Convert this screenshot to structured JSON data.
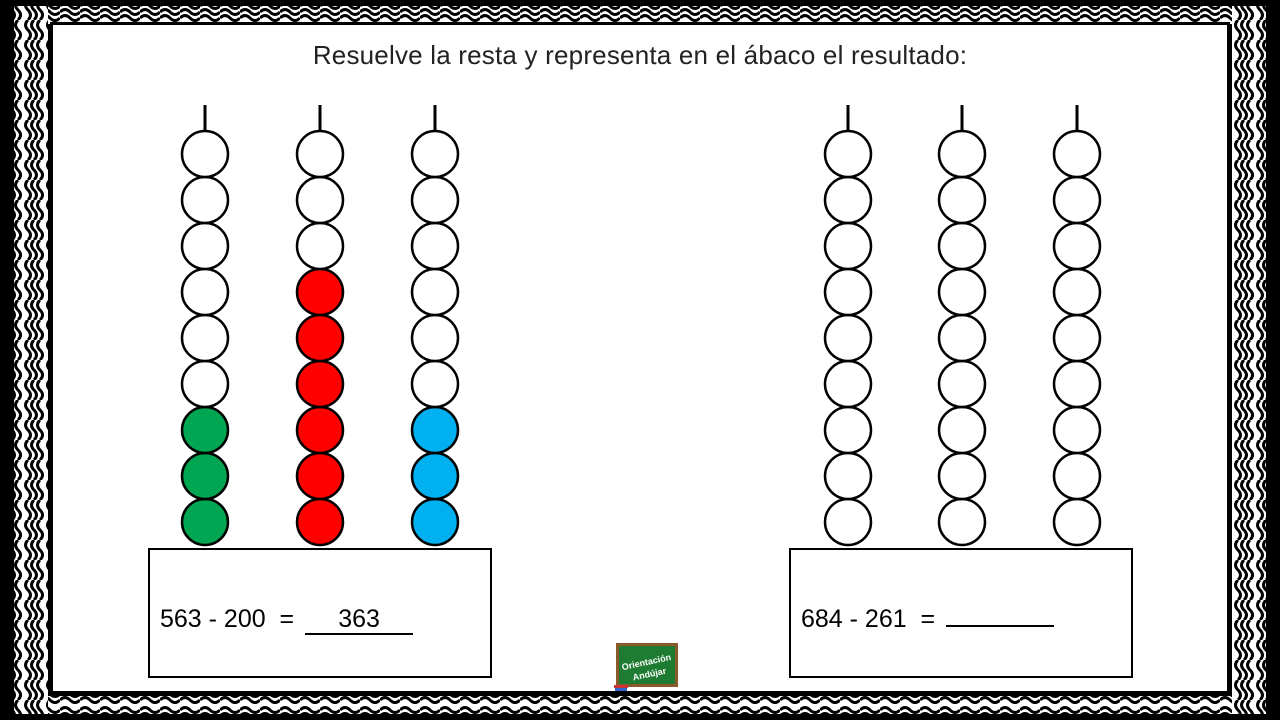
{
  "worksheet": {
    "title": "Resuelve la resta y representa en el ábaco el resultado:"
  },
  "abacus_left": {
    "columns": [
      {
        "place": "hundreds",
        "beads_total": 9,
        "filled": 3,
        "color": "#00a651"
      },
      {
        "place": "tens",
        "beads_total": 9,
        "filled": 6,
        "color": "#ff0000"
      },
      {
        "place": "units",
        "beads_total": 9,
        "filled": 3,
        "color": "#00b0f0"
      }
    ],
    "equation": "563 - 200  =",
    "answer": "363"
  },
  "abacus_right": {
    "columns": [
      {
        "place": "hundreds",
        "beads_total": 9,
        "filled": 0,
        "color": "#ffffff"
      },
      {
        "place": "tens",
        "beads_total": 9,
        "filled": 0,
        "color": "#ffffff"
      },
      {
        "place": "units",
        "beads_total": 9,
        "filled": 0,
        "color": "#ffffff"
      }
    ],
    "equation": "684 - 261  =",
    "answer": ""
  },
  "logo": {
    "line1": "Orientación",
    "line2": "Andújar",
    "board_color": "#1e7b32"
  }
}
